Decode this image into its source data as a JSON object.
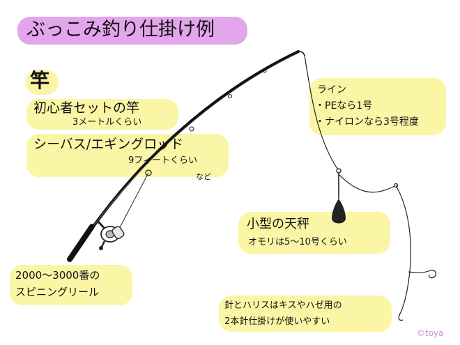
{
  "title": "ぶっこみ釣り仕掛け例",
  "rod": {
    "heading": "竿",
    "beginner_set": "初心者セットの竿",
    "beginner_length": "3メートルくらい",
    "seabass": "シーバス/エギングロッド",
    "seabass_length": "9フィートくらい",
    "etc": "など"
  },
  "line": {
    "heading": "ライン",
    "pe": "・PEなら1号",
    "nylon": "・ナイロンなら3号程度"
  },
  "sinker": {
    "heading": "小型の天秤",
    "weight": "オモリは5〜10号くらい"
  },
  "reel": {
    "line1": "2000〜3000番の",
    "line2": "スピニングリール"
  },
  "hook": {
    "line1": "針とハリスはキスやハゼ用の",
    "line2": "2本針仕掛けが使いやすい"
  },
  "credit": "©toya",
  "colors": {
    "title_highlight": "#e3a5ec",
    "note_highlight": "#fbf5a6",
    "ink": "#111111"
  }
}
